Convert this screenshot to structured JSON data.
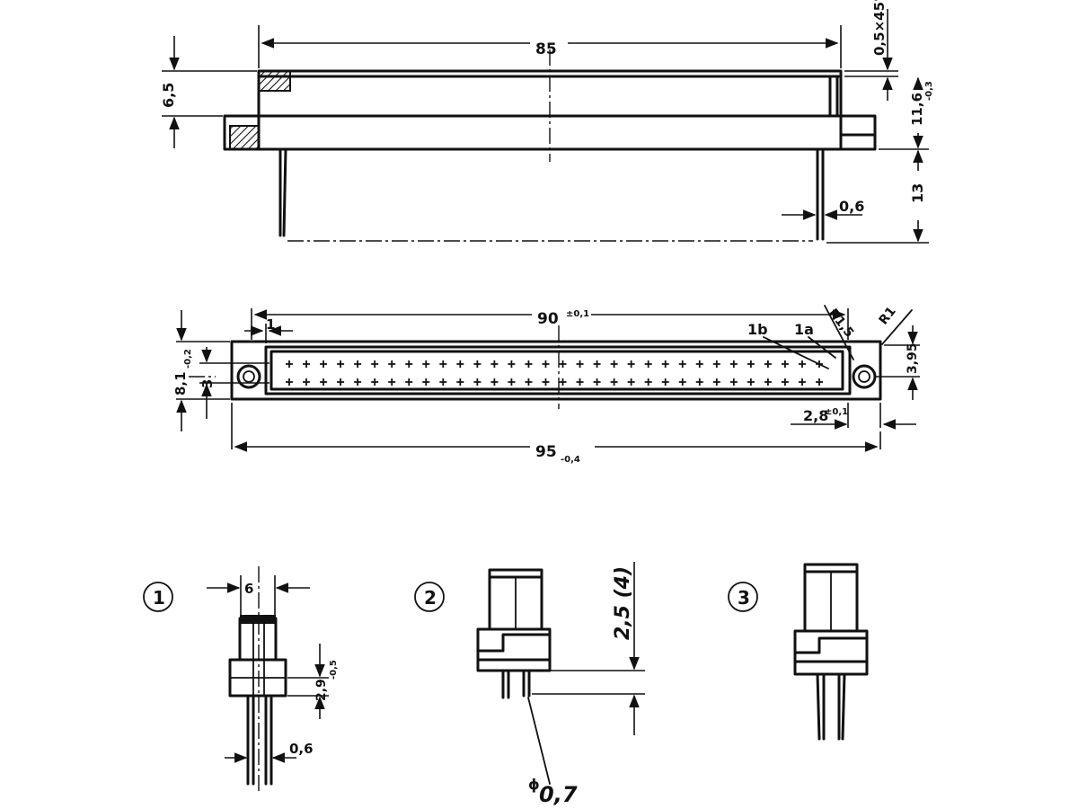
{
  "top_view": {
    "dim_length": "85",
    "dim_height_left": "6,5",
    "dim_chamfer": "0,5×45°",
    "dim_height_right": "11,6",
    "dim_height_right_tol": "-0,3",
    "dim_pin_length": "13",
    "dim_pin_width": "0,6"
  },
  "front_view": {
    "dim_pitch_length": "90",
    "dim_pitch_tol": "±0,1",
    "dim_offset": "1",
    "label_row_b": "1b",
    "label_row_a": "1a",
    "dim_radius_left": "R1,5",
    "dim_radius_right": "R1",
    "dim_height_left": "8,1",
    "dim_height_left_tol": "-0,2",
    "dim_row_spacing": "3",
    "dim_height_right": "3,95",
    "dim_edge": "2,8",
    "dim_edge_tol": "±0,1",
    "dim_total_length": "95",
    "dim_total_tol": "-0,4"
  },
  "detail_1": {
    "number": "1",
    "dim_width": "6",
    "dim_collar": "2,9",
    "dim_collar_tol": "-0,5",
    "dim_pin": "0,6"
  },
  "detail_2": {
    "number": "2",
    "dim_height": "2,5 (4)",
    "dim_diameter": "0,7",
    "diameter_symbol": "ϕ"
  },
  "detail_3": {
    "number": "3"
  }
}
